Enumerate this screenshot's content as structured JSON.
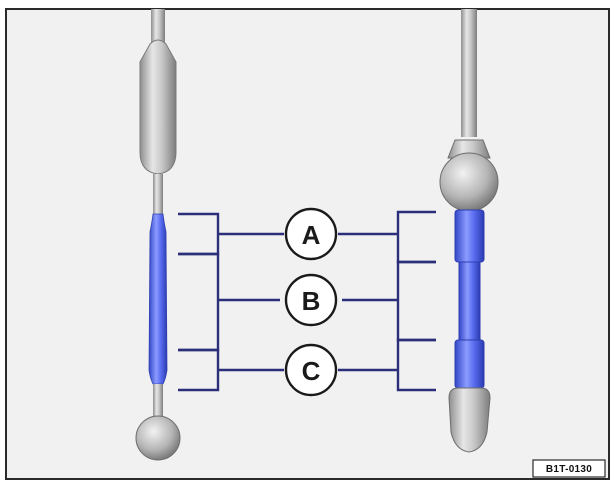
{
  "figure": {
    "callouts": [
      {
        "letter": "A"
      },
      {
        "letter": "B"
      },
      {
        "letter": "C"
      }
    ],
    "reference_code": "B1T-0130",
    "colors": {
      "frame": "#2a2a2a",
      "background": "#f1f1f1",
      "bracket_line": "#2b2f7a",
      "fluid_blue": "#4f63e0",
      "metal_gray": "#b7b7b7"
    }
  }
}
